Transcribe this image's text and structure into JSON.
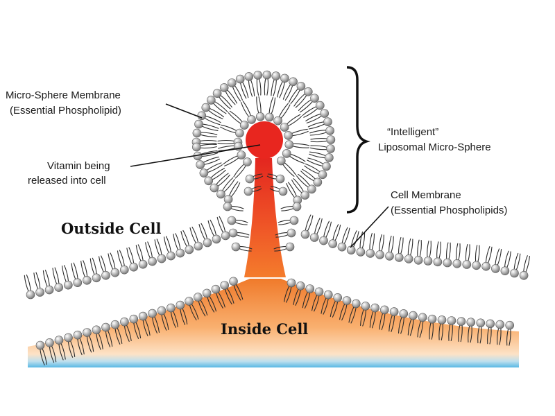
{
  "labels": {
    "micro_sphere_membrane_line1": "Micro-Sphere Membrane",
    "micro_sphere_membrane_line2": "(Essential Phospholipid)",
    "vitamin_line1": "Vitamin being",
    "vitamin_line2": "released into cell",
    "intelligent_line1": "“Intelligent”",
    "intelligent_line2": "Liposomal Micro-Sphere",
    "cell_membrane_line1": "Cell Membrane",
    "cell_membrane_line2": "(Essential Phospholipids)",
    "outside_cell": "Outside Cell",
    "inside_cell": "Inside Cell"
  },
  "colors": {
    "vitamin_red": "#e8261f",
    "cytoplasm_orange": "#f7a35c",
    "cytoplasm_base_blue": "#58b8e4",
    "lipid_head_gray": "#9a9a9a",
    "tail_dark": "#2a2a2a"
  }
}
